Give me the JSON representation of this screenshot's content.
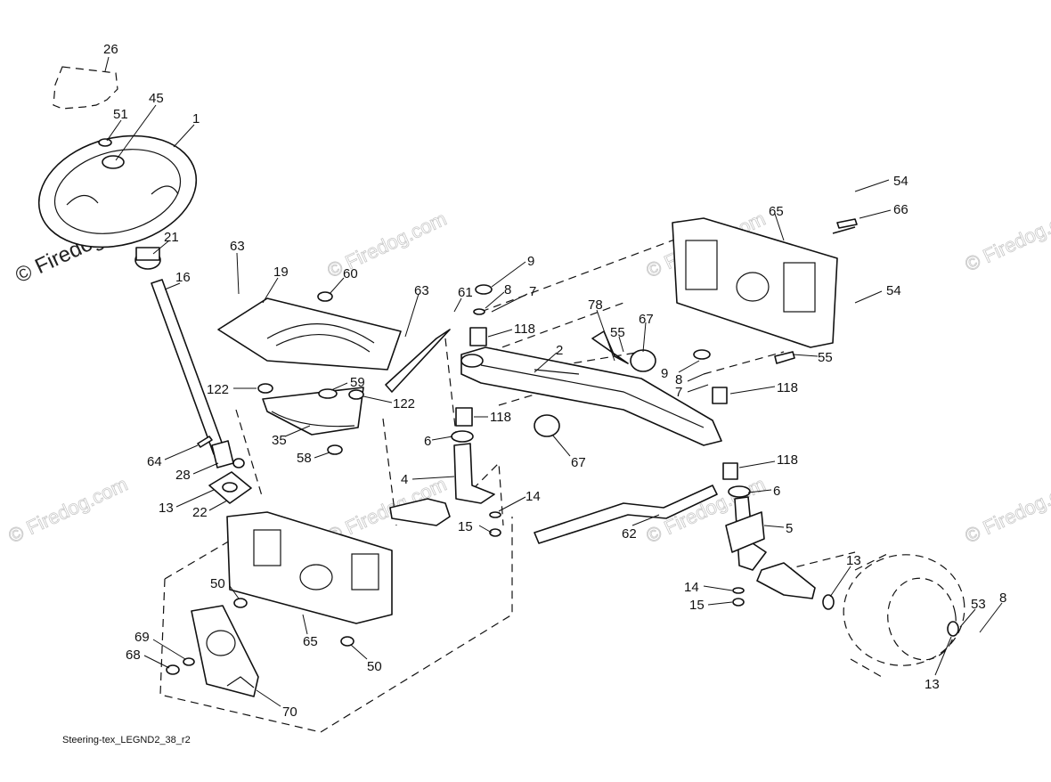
{
  "diagram": {
    "caption": "Steering-tex_LEGND2_38_r2",
    "watermark_main": "© Firedog.com",
    "watermark": "© Firedog.com",
    "callouts": {
      "c26": "26",
      "c45": "45",
      "c51": "51",
      "c1": "1",
      "c21": "21",
      "c16": "16",
      "c63a": "63",
      "c19": "19",
      "c60": "60",
      "c63b": "63",
      "c61": "61",
      "c9a": "9",
      "c8a": "8",
      "c7a": "7",
      "c118a": "118",
      "c78": "78",
      "c55a": "55",
      "c67a": "67",
      "c2": "2",
      "c65a": "65",
      "c54a": "54",
      "c66": "66",
      "c54b": "54",
      "c55b": "55",
      "c9b": "9",
      "c8b": "8",
      "c7b": "7",
      "c118b": "118",
      "c122a": "122",
      "c59": "59",
      "c122b": "122",
      "c35": "35",
      "c58": "58",
      "c118c": "118",
      "c6a": "6",
      "c67b": "67",
      "c64": "64",
      "c28": "28",
      "c13a": "13",
      "c22": "22",
      "c4": "4",
      "c14a": "14",
      "c15a": "15",
      "c118d": "118",
      "c6b": "6",
      "c62": "62",
      "c5": "5",
      "c13b": "13",
      "c14b": "14",
      "c15b": "15",
      "c53": "53",
      "c8c": "8",
      "c13c": "13",
      "c50a": "50",
      "c65b": "65",
      "c50b": "50",
      "c69": "69",
      "c68": "68",
      "c70": "70"
    }
  }
}
